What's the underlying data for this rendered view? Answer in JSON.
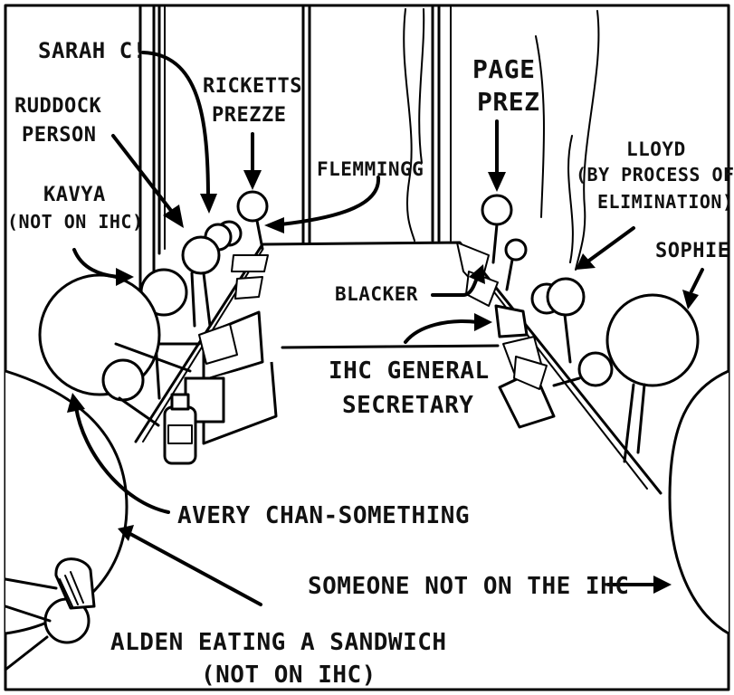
{
  "labels": {
    "sarah": "SARAH C!",
    "ricketts_1": "RICKETTS",
    "ricketts_2": "PREZZE",
    "ruddock_1": "RUDDOCK",
    "ruddock_2": "PERSON",
    "kavya_1": "KAVYA",
    "kavya_2": "(NOT ON IHC)",
    "flemming": "FLEMMINGG",
    "page_1": "PAGE",
    "page_2": "PREZ",
    "lloyd_1": "LLOYD",
    "lloyd_2": "(BY PROCESS OF",
    "lloyd_3": "ELIMINATION)",
    "sophie": "SOPHIE",
    "blacker": "BLACKER",
    "ihc_1": "IHC GENERAL",
    "ihc_2": "SECRETARY",
    "avery": "AVERY CHAN-SOMETHING",
    "someone": "SOMEONE NOT ON THE IHC",
    "alden_1": "ALDEN EATING A SANDWICH",
    "alden_2": "(NOT ON IHC)"
  }
}
